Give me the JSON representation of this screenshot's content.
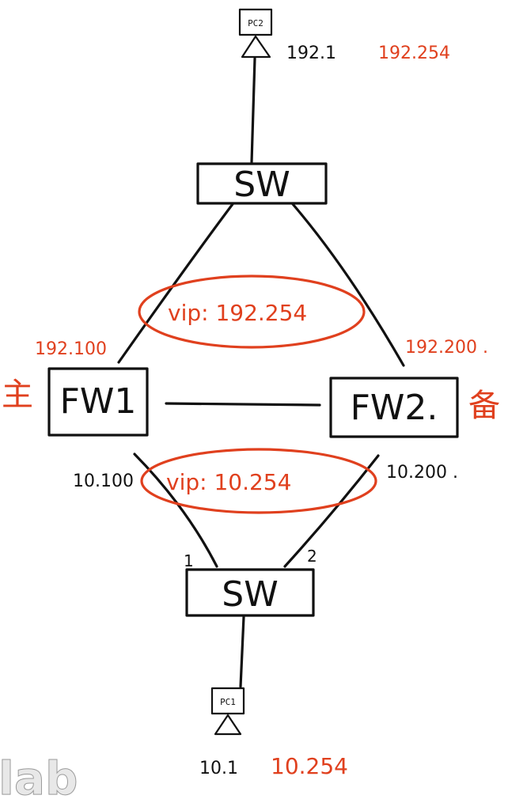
{
  "diagram": {
    "top_pc": {
      "label": "PC2",
      "ip": "192.1",
      "gateway": "192.254"
    },
    "top_switch": {
      "label": "SW"
    },
    "upper_vip": "vip: 192.254",
    "fw1": {
      "label": "FW1",
      "role": "主",
      "upper_ip": "192.100",
      "lower_ip": "10.100"
    },
    "fw2": {
      "label": "FW2.",
      "role": "备",
      "upper_ip": "192.200 .",
      "lower_ip": "10.200 ."
    },
    "lower_vip": "vip: 10.254",
    "bottom_switch": {
      "label": "SW",
      "port1": "1",
      "port2": "2"
    },
    "bottom_pc": {
      "label": "PC1",
      "ip": "10.1",
      "gateway": "10.254"
    },
    "watermark": "lab",
    "colors": {
      "ink": "#111111",
      "annotation": "#e0401e"
    }
  }
}
